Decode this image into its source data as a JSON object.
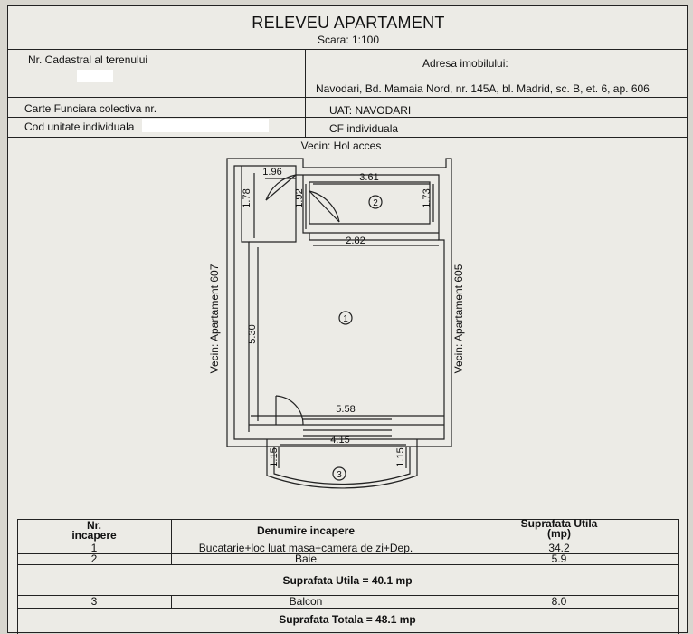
{
  "header": {
    "title": "RELEVEU APARTAMENT",
    "scale": "Scara: 1:100"
  },
  "info": {
    "cadastral_label": "Nr. Cadastral al terenului",
    "address_label": "Adresa imobilului:",
    "address_value": "Navodari, Bd. Mamaia Nord, nr. 145A, bl. Madrid, sc. B, et. 6, ap. 606",
    "carte_funciara_label": "Carte Funciara colectiva nr.",
    "uat_label": "UAT: NAVODARI",
    "cod_unitate_label": "Cod unitate individuala",
    "cf_label": "CF individuala"
  },
  "plan": {
    "neighbor_top": "Vecin: Hol acces",
    "neighbor_left": "Vecin: Apartament 607",
    "neighbor_right": "Vecin: Apartament 605",
    "dims": {
      "d196": "1.96",
      "d361": "3.61",
      "d178": "1.78",
      "d192": "1.92",
      "d173": "1.73",
      "d282": "2.82",
      "d530": "5.30",
      "d558": "5.58",
      "d415": "4.15",
      "d115a": "1.15",
      "d115b": "1.15"
    },
    "rooms": {
      "r1": "1",
      "r2": "2",
      "r3": "3"
    }
  },
  "table": {
    "col_nr": "Nr.",
    "col_nr2": "incapere",
    "col_name": "Denumire incapere",
    "col_area": "Suprafata Utila",
    "col_area2": "(mp)",
    "rows": [
      {
        "nr": "1",
        "name": "Bucatarie+loc luat masa+camera de zi+Dep.",
        "area": "34.2"
      },
      {
        "nr": "2",
        "name": "Baie",
        "area": "5.9"
      }
    ],
    "subtotal": "Suprafata Utila = 40.1 mp",
    "balcony": {
      "nr": "3",
      "name": "Balcon",
      "area": "8.0"
    },
    "total": "Suprafata Totala = 48.1 mp"
  },
  "colors": {
    "paper": "#ecebe6",
    "ink": "#111111",
    "redaction": "#ffffff"
  }
}
